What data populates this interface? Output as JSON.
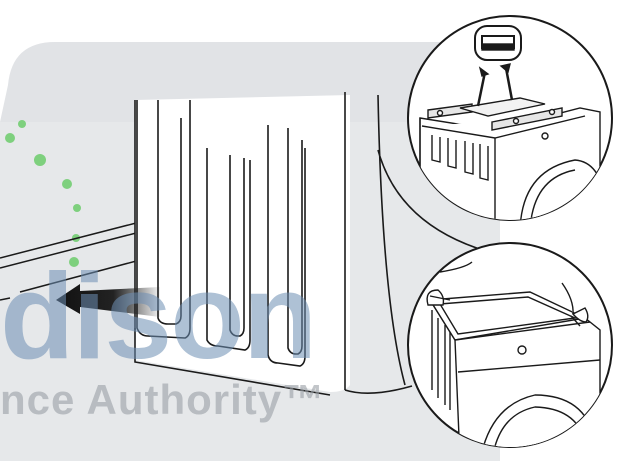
{
  "watermark": {
    "text_large": "dison",
    "text_small": "nce Authority™",
    "dot_color": "#7ed07e",
    "text_color": "#6d8fb4"
  },
  "diagram": {
    "subject": "dryer stacking kit installation",
    "arrow_color": "#1a1a1a",
    "background_panel_color": "#e1e3e6",
    "line_color": "#1a1a1a",
    "icons": [
      "arrow-icon",
      "bracket-detail-icon",
      "hand-icon"
    ]
  }
}
